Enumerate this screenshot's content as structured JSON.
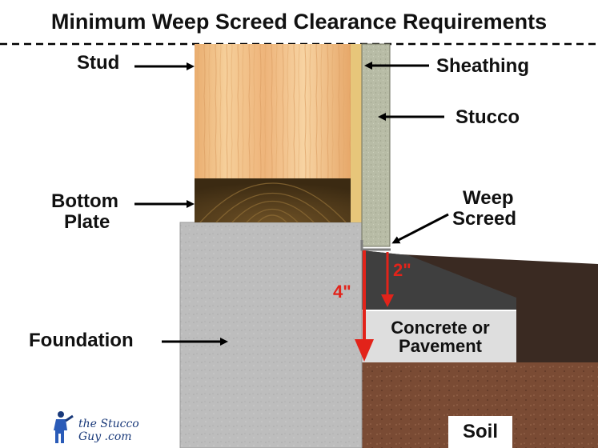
{
  "title": "Minimum Weep Screed Clearance Requirements",
  "labels": {
    "stud": "Stud",
    "sheathing": "Sheathing",
    "stucco": "Stucco",
    "bottom_plate_line1": "Bottom",
    "bottom_plate_line2": "Plate",
    "weep_line1": "Weep",
    "weep_line2": "Screed",
    "foundation": "Foundation",
    "concrete_line1": "Concrete or",
    "concrete_line2": "Pavement",
    "soil": "Soil"
  },
  "dimensions": {
    "pavement_clearance": "2\"",
    "soil_clearance": "4\""
  },
  "logo": {
    "text": "the Stucco Guy .com",
    "icon": "worker-figure-icon"
  },
  "colors": {
    "dimension_red": "#e2231a",
    "stud_wood": "#f2c28c",
    "foundation": "#b9b9b9",
    "soil": "#7a4b34",
    "pavement": "#dddddd",
    "asphalt": "#3a3a3a"
  }
}
